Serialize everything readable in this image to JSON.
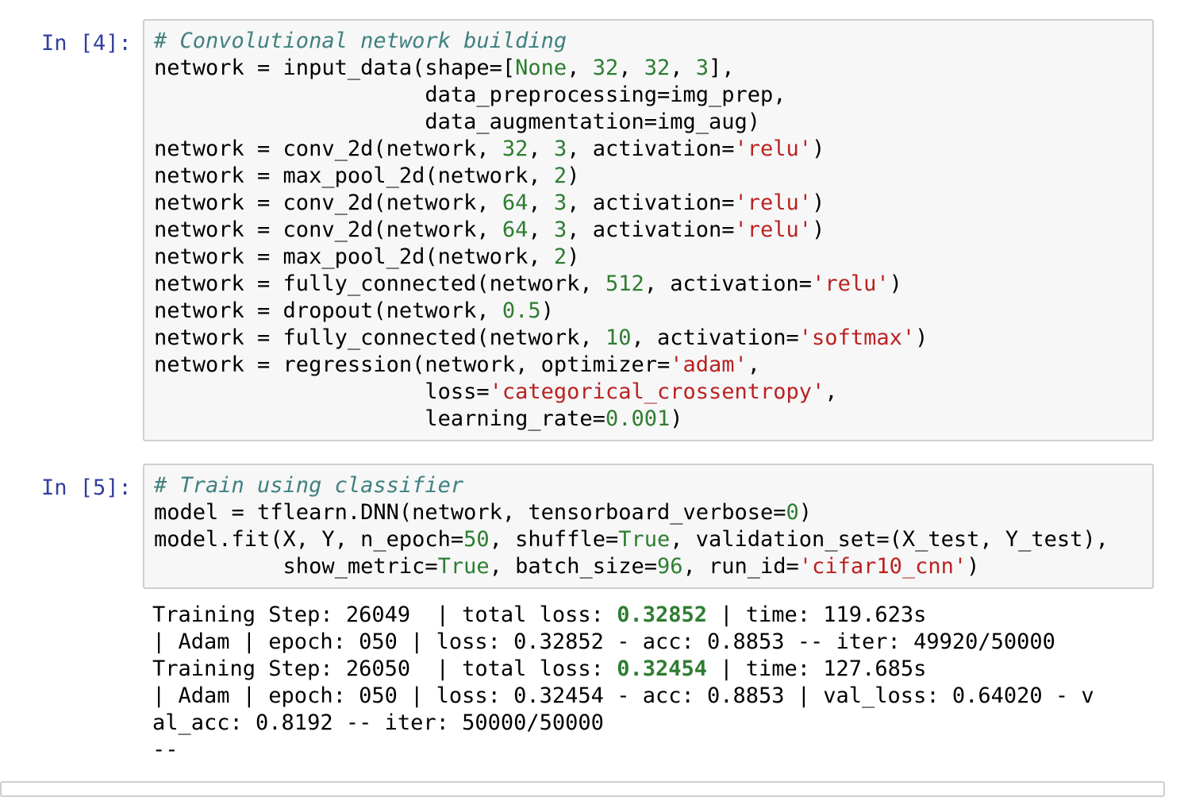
{
  "cells": [
    {
      "prompt": "In [4]:",
      "code": [
        [
          [
            "# Convolutional network building",
            "comment"
          ]
        ],
        [
          [
            "network = input_data(shape=[",
            "plain"
          ],
          [
            "None",
            "kw"
          ],
          [
            ", ",
            "plain"
          ],
          [
            "32",
            "num"
          ],
          [
            ", ",
            "plain"
          ],
          [
            "32",
            "num"
          ],
          [
            ", ",
            "plain"
          ],
          [
            "3",
            "num"
          ],
          [
            "],",
            "plain"
          ]
        ],
        [
          [
            "                     data_preprocessing=img_prep,",
            "plain"
          ]
        ],
        [
          [
            "                     data_augmentation=img_aug)",
            "plain"
          ]
        ],
        [
          [
            "network = conv_2d(network, ",
            "plain"
          ],
          [
            "32",
            "num"
          ],
          [
            ", ",
            "plain"
          ],
          [
            "3",
            "num"
          ],
          [
            ", activation=",
            "plain"
          ],
          [
            "'relu'",
            "str"
          ],
          [
            ")",
            "plain"
          ]
        ],
        [
          [
            "network = max_pool_2d(network, ",
            "plain"
          ],
          [
            "2",
            "num"
          ],
          [
            ")",
            "plain"
          ]
        ],
        [
          [
            "network = conv_2d(network, ",
            "plain"
          ],
          [
            "64",
            "num"
          ],
          [
            ", ",
            "plain"
          ],
          [
            "3",
            "num"
          ],
          [
            ", activation=",
            "plain"
          ],
          [
            "'relu'",
            "str"
          ],
          [
            ")",
            "plain"
          ]
        ],
        [
          [
            "network = conv_2d(network, ",
            "plain"
          ],
          [
            "64",
            "num"
          ],
          [
            ", ",
            "plain"
          ],
          [
            "3",
            "num"
          ],
          [
            ", activation=",
            "plain"
          ],
          [
            "'relu'",
            "str"
          ],
          [
            ")",
            "plain"
          ]
        ],
        [
          [
            "network = max_pool_2d(network, ",
            "plain"
          ],
          [
            "2",
            "num"
          ],
          [
            ")",
            "plain"
          ]
        ],
        [
          [
            "network = fully_connected(network, ",
            "plain"
          ],
          [
            "512",
            "num"
          ],
          [
            ", activation=",
            "plain"
          ],
          [
            "'relu'",
            "str"
          ],
          [
            ")",
            "plain"
          ]
        ],
        [
          [
            "network = dropout(network, ",
            "plain"
          ],
          [
            "0.5",
            "num"
          ],
          [
            ")",
            "plain"
          ]
        ],
        [
          [
            "network = fully_connected(network, ",
            "plain"
          ],
          [
            "10",
            "num"
          ],
          [
            ", activation=",
            "plain"
          ],
          [
            "'softmax'",
            "str"
          ],
          [
            ")",
            "plain"
          ]
        ],
        [
          [
            "network = regression(network, optimizer=",
            "plain"
          ],
          [
            "'adam'",
            "str"
          ],
          [
            ",",
            "plain"
          ]
        ],
        [
          [
            "                     loss=",
            "plain"
          ],
          [
            "'categorical_crossentropy'",
            "str"
          ],
          [
            ",",
            "plain"
          ]
        ],
        [
          [
            "                     learning_rate=",
            "plain"
          ],
          [
            "0.001",
            "num"
          ],
          [
            ")",
            "plain"
          ]
        ]
      ]
    },
    {
      "prompt": "In [5]:",
      "code": [
        [
          [
            "# Train using classifier",
            "comment"
          ]
        ],
        [
          [
            "model = tflearn.DNN(network, tensorboard_verbose=",
            "plain"
          ],
          [
            "0",
            "num"
          ],
          [
            ")",
            "plain"
          ]
        ],
        [
          [
            "model.fit(X, Y, n_epoch=",
            "plain"
          ],
          [
            "50",
            "num"
          ],
          [
            ", shuffle=",
            "plain"
          ],
          [
            "True",
            "kw"
          ],
          [
            ", validation_set=(X_test, Y_test),",
            "plain"
          ]
        ],
        [
          [
            "          show_metric=",
            "plain"
          ],
          [
            "True",
            "kw"
          ],
          [
            ", batch_size=",
            "plain"
          ],
          [
            "96",
            "num"
          ],
          [
            ", run_id=",
            "plain"
          ],
          [
            "'cifar10_cnn'",
            "str"
          ],
          [
            ")",
            "plain"
          ]
        ]
      ],
      "output": [
        [
          [
            "Training Step: 26049  | total loss: ",
            "plain"
          ],
          [
            "0.32852",
            "bold"
          ],
          [
            " | time: 119.623s",
            "plain"
          ]
        ],
        [
          [
            "| Adam | epoch: 050 | loss: 0.32852 - acc: 0.8853 -- iter: 49920/50000",
            "plain"
          ]
        ],
        [
          [
            "Training Step: 26050  | total loss: ",
            "plain"
          ],
          [
            "0.32454",
            "bold"
          ],
          [
            " | time: 127.685s",
            "plain"
          ]
        ],
        [
          [
            "| Adam | epoch: 050 | loss: 0.32454 - acc: 0.8853 | val_loss: 0.64020 - v",
            "plain"
          ]
        ],
        [
          [
            "al_acc: 0.8192 -- iter: 50000/50000",
            "plain"
          ]
        ],
        [
          [
            "--",
            "plain"
          ]
        ]
      ]
    }
  ]
}
